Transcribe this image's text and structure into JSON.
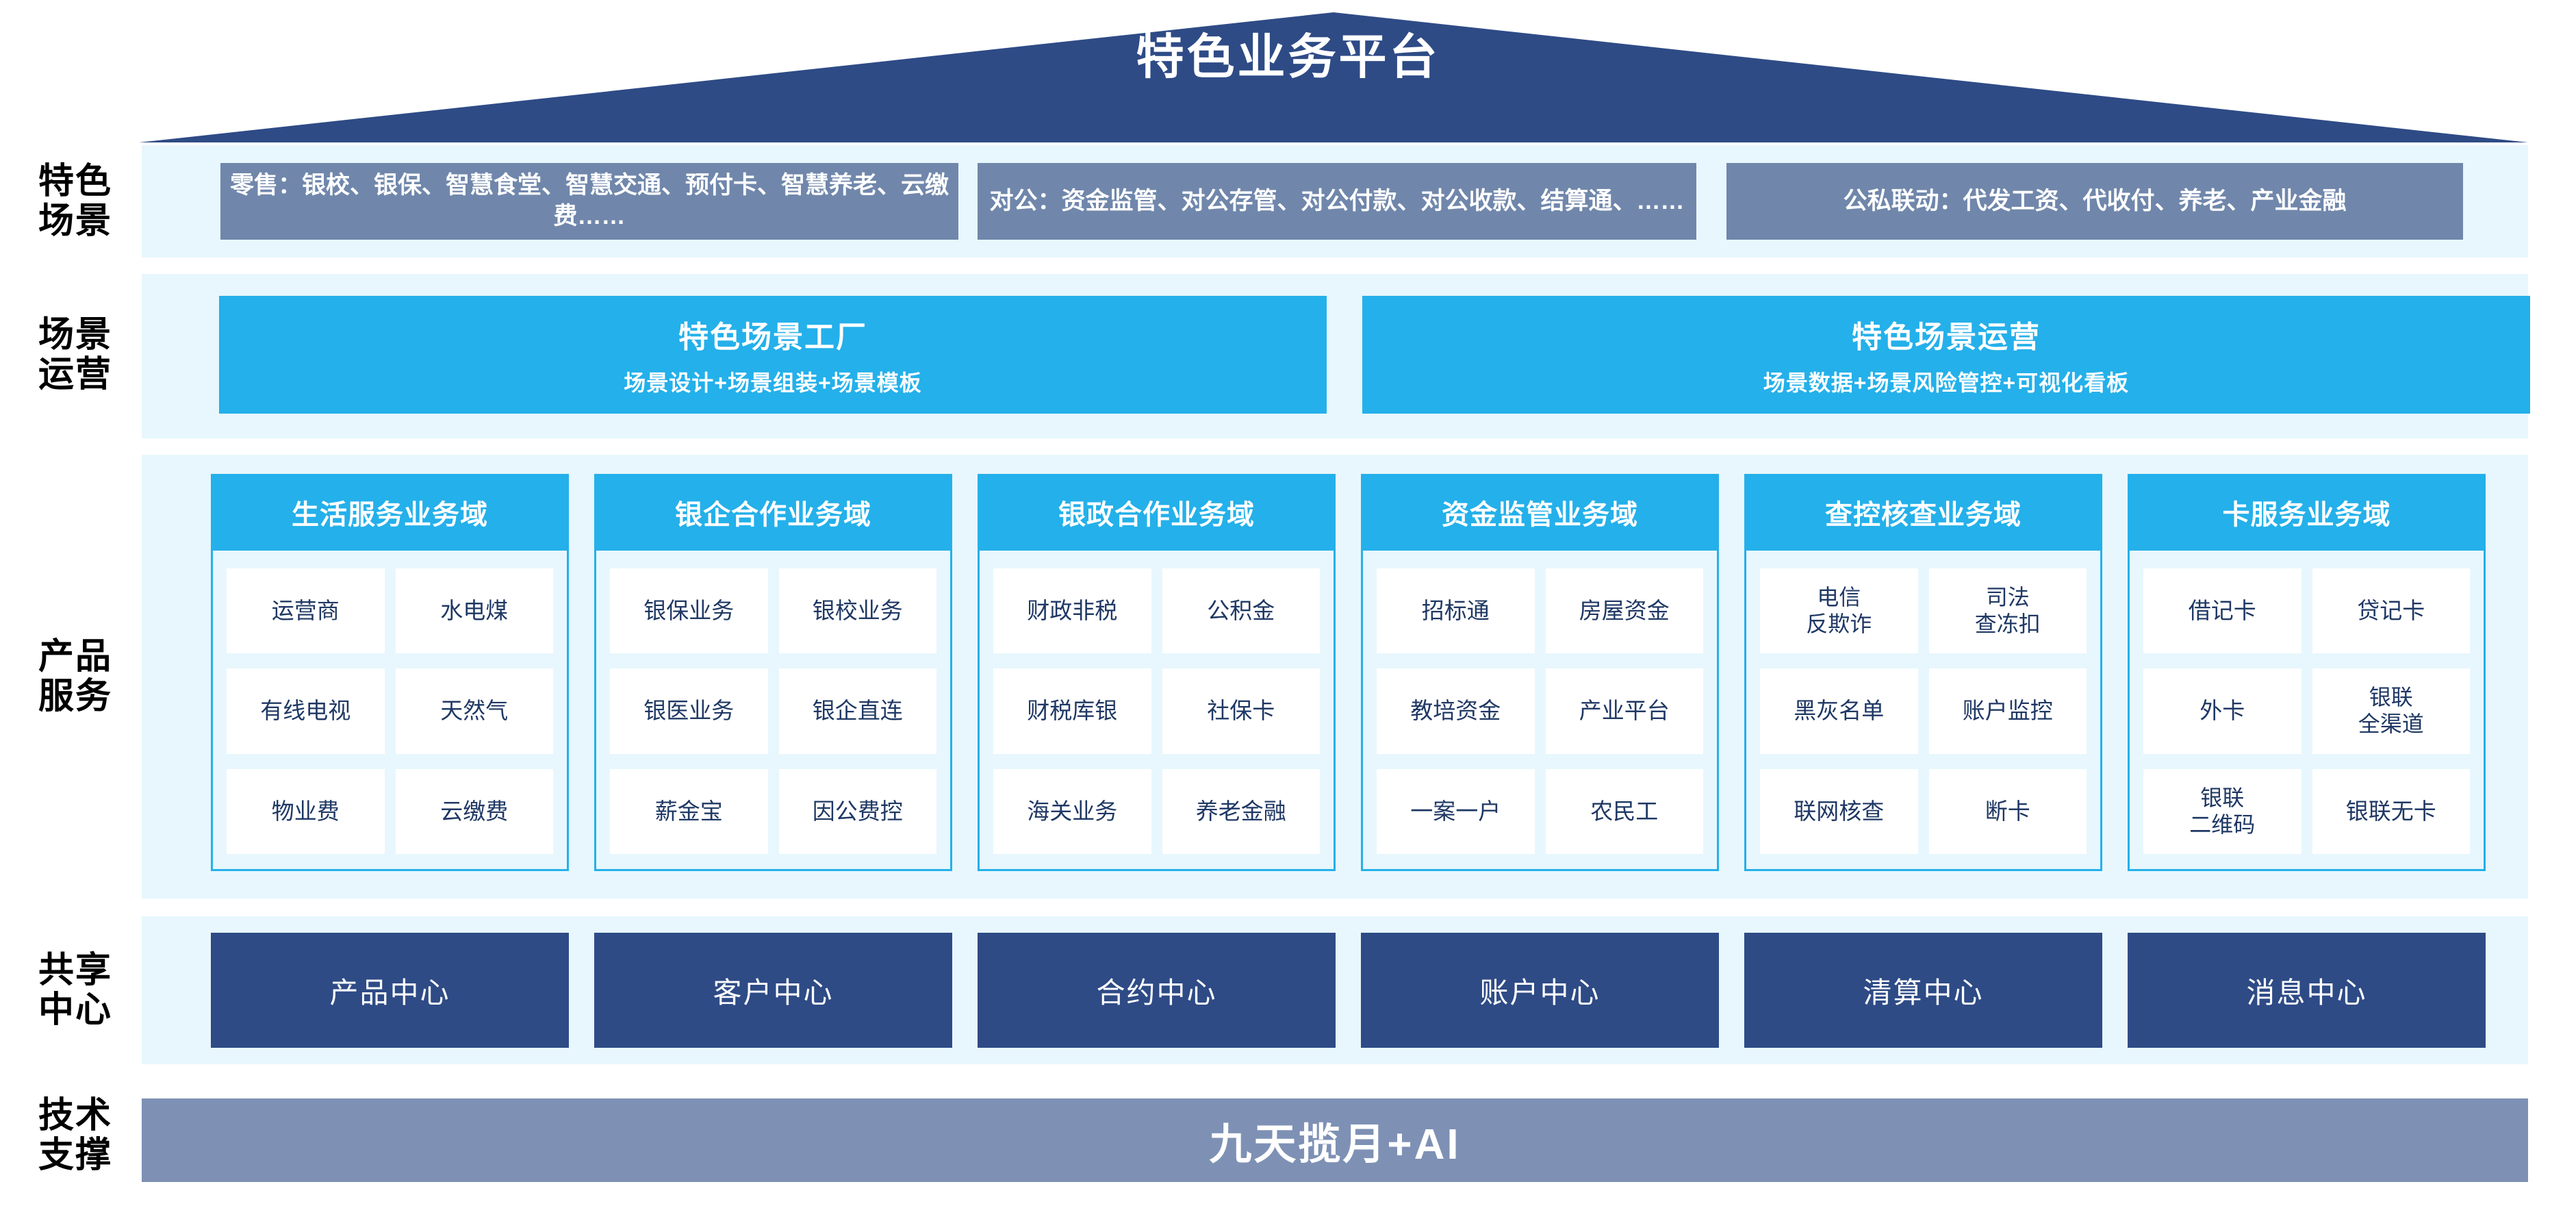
{
  "header": {
    "title": "特色业务平台"
  },
  "rows": {
    "scenes_label": "特色\n场景",
    "operations_label": "场景\n运营",
    "products_label": "产品\n服务",
    "shared_label": "共享\n中心",
    "tech_label": "技术\n支撑"
  },
  "scenes": [
    {
      "text": "零售：银校、银保、智慧食堂、智慧交通、预付卡、智慧养老、云缴费……"
    },
    {
      "text": "对公：资金监管、对公存管、对公付款、对公收款、结算通、……"
    },
    {
      "text": "公私联动：代发工资、代收付、养老、产业金融"
    }
  ],
  "operations": [
    {
      "title": "特色场景工厂",
      "subtitle": "场景设计+场景组装+场景模板"
    },
    {
      "title": "特色场景运营",
      "subtitle": "场景数据+场景风险管控+可视化看板"
    }
  ],
  "products": [
    {
      "title": "生活服务业务域",
      "items": [
        "运营商",
        "水电煤",
        "有线电视",
        "天然气",
        "物业费",
        "云缴费"
      ]
    },
    {
      "title": "银企合作业务域",
      "items": [
        "银保业务",
        "银校业务",
        "银医业务",
        "银企直连",
        "薪金宝",
        "因公费控"
      ]
    },
    {
      "title": "银政合作业务域",
      "items": [
        "财政非税",
        "公积金",
        "财税库银",
        "社保卡",
        "海关业务",
        "养老金融"
      ]
    },
    {
      "title": "资金监管业务域",
      "items": [
        "招标通",
        "房屋资金",
        "教培资金",
        "产业平台",
        "一案一户",
        "农民工"
      ]
    },
    {
      "title": "查控核查业务域",
      "items": [
        "电信\n反欺诈",
        "司法\n查冻扣",
        "黑灰名单",
        "账户监控",
        "联网核查",
        "断卡"
      ]
    },
    {
      "title": "卡服务业务域",
      "items": [
        "借记卡",
        "贷记卡",
        "外卡",
        "银联\n全渠道",
        "银联\n二维码",
        "银联无卡"
      ]
    }
  ],
  "shared_centers": [
    "产品中心",
    "客户中心",
    "合约中心",
    "账户中心",
    "清算中心",
    "消息中心"
  ],
  "tech": {
    "title": "九天揽月+AI"
  },
  "colors": {
    "roof_navy": "#2e4b86",
    "band_light": "#e8f7fd",
    "scene_slate": "#7087ab",
    "accent_cyan": "#24b0ea",
    "shared_navy": "#2e4b86",
    "tech_slate": "#7e91b5",
    "text_navy": "#1f3864"
  }
}
